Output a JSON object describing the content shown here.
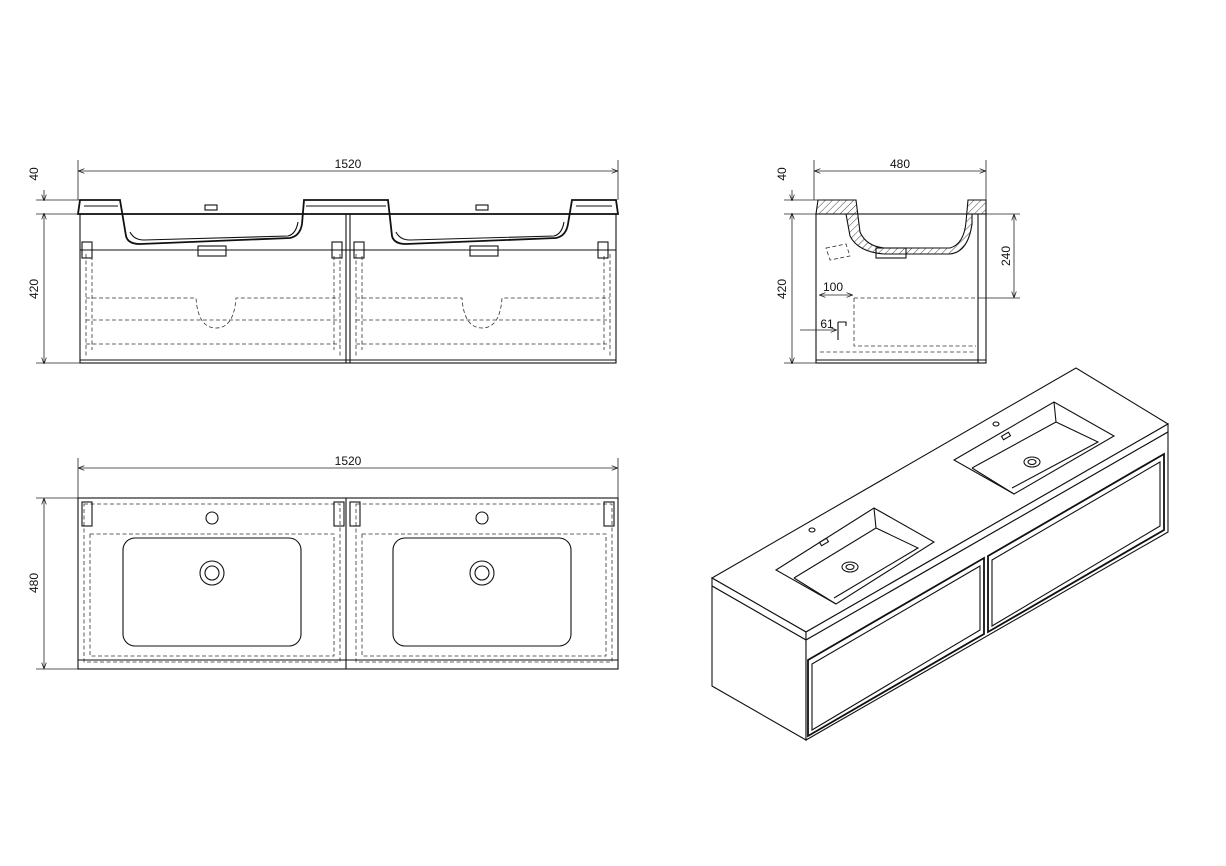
{
  "front_view": {
    "width_label": "1520",
    "top_height_label": "40",
    "body_height_label": "420"
  },
  "side_view": {
    "width_label": "480",
    "top_height_label": "40",
    "body_height_label": "420",
    "basin_depth_label": "240",
    "offset_label": "100",
    "drawer_label": "61"
  },
  "plan_view": {
    "width_label": "1520",
    "depth_label": "480"
  },
  "colors": {
    "line": "#111111",
    "background": "#ffffff"
  }
}
